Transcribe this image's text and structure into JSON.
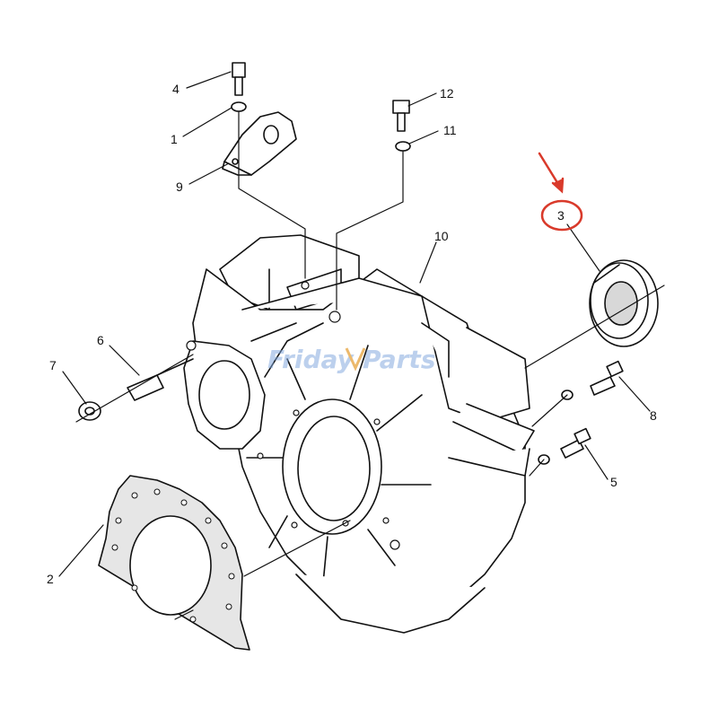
{
  "diagram": {
    "callouts": [
      {
        "id": "c4",
        "text": "4"
      },
      {
        "id": "c1",
        "text": "1"
      },
      {
        "id": "c9",
        "text": "9"
      },
      {
        "id": "c12",
        "text": "12"
      },
      {
        "id": "c11",
        "text": "11"
      },
      {
        "id": "c10",
        "text": "10"
      },
      {
        "id": "c3",
        "text": "3"
      },
      {
        "id": "c6",
        "text": "6"
      },
      {
        "id": "c7",
        "text": "7"
      },
      {
        "id": "c8",
        "text": "8"
      },
      {
        "id": "c5",
        "text": "5"
      },
      {
        "id": "c2",
        "text": "2"
      }
    ],
    "highlight": {
      "callout": "3",
      "color": "#d93a2b"
    },
    "watermark": {
      "part1": "Friday",
      "part2": "Parts",
      "color": "#7fa6dc",
      "accent": "#e6a23c"
    }
  }
}
